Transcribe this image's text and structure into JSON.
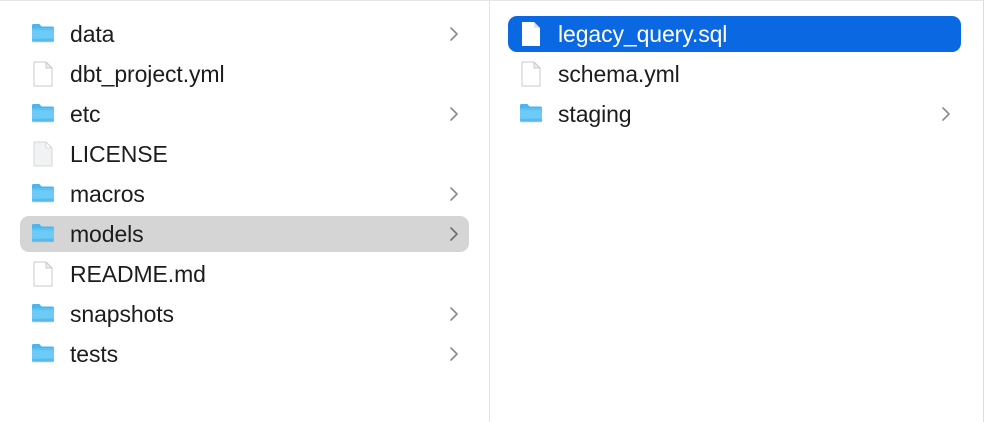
{
  "window": {
    "view_mode": "column",
    "columns": [
      {
        "name": "project-root-column",
        "items": [
          {
            "label": "data",
            "kind": "folder",
            "icon": "folder-icon",
            "has_chevron": true,
            "state": "normal"
          },
          {
            "label": "dbt_project.yml",
            "kind": "file",
            "icon": "document-icon",
            "has_chevron": false,
            "state": "normal"
          },
          {
            "label": "etc",
            "kind": "folder",
            "icon": "folder-icon",
            "has_chevron": true,
            "state": "normal"
          },
          {
            "label": "LICENSE",
            "kind": "file",
            "icon": "generic-document-icon",
            "has_chevron": false,
            "state": "normal"
          },
          {
            "label": "macros",
            "kind": "folder",
            "icon": "folder-icon",
            "has_chevron": true,
            "state": "normal"
          },
          {
            "label": "models",
            "kind": "folder",
            "icon": "folder-icon",
            "has_chevron": true,
            "state": "selected-inactive"
          },
          {
            "label": "README.md",
            "kind": "file",
            "icon": "document-icon",
            "has_chevron": false,
            "state": "normal"
          },
          {
            "label": "snapshots",
            "kind": "folder",
            "icon": "folder-icon",
            "has_chevron": true,
            "state": "normal"
          },
          {
            "label": "tests",
            "kind": "folder",
            "icon": "folder-icon",
            "has_chevron": true,
            "state": "normal"
          }
        ]
      },
      {
        "name": "models-column",
        "items": [
          {
            "label": "legacy_query.sql",
            "kind": "file",
            "icon": "document-icon",
            "has_chevron": false,
            "state": "selected-active"
          },
          {
            "label": "schema.yml",
            "kind": "file",
            "icon": "document-icon",
            "has_chevron": false,
            "state": "normal"
          },
          {
            "label": "staging",
            "kind": "folder",
            "icon": "folder-icon",
            "has_chevron": true,
            "state": "normal"
          }
        ]
      }
    ]
  },
  "colors": {
    "selection_active": "#0a68e2",
    "selection_inactive": "#d5d5d5",
    "folder_blue": "#54c0f5",
    "folder_blue_dark": "#3aa6e0",
    "text": "#1c1c1e",
    "text_selected": "#ffffff",
    "chevron": "#8a8a8e",
    "divider": "#e2e5e7",
    "background": "#ffffff"
  }
}
